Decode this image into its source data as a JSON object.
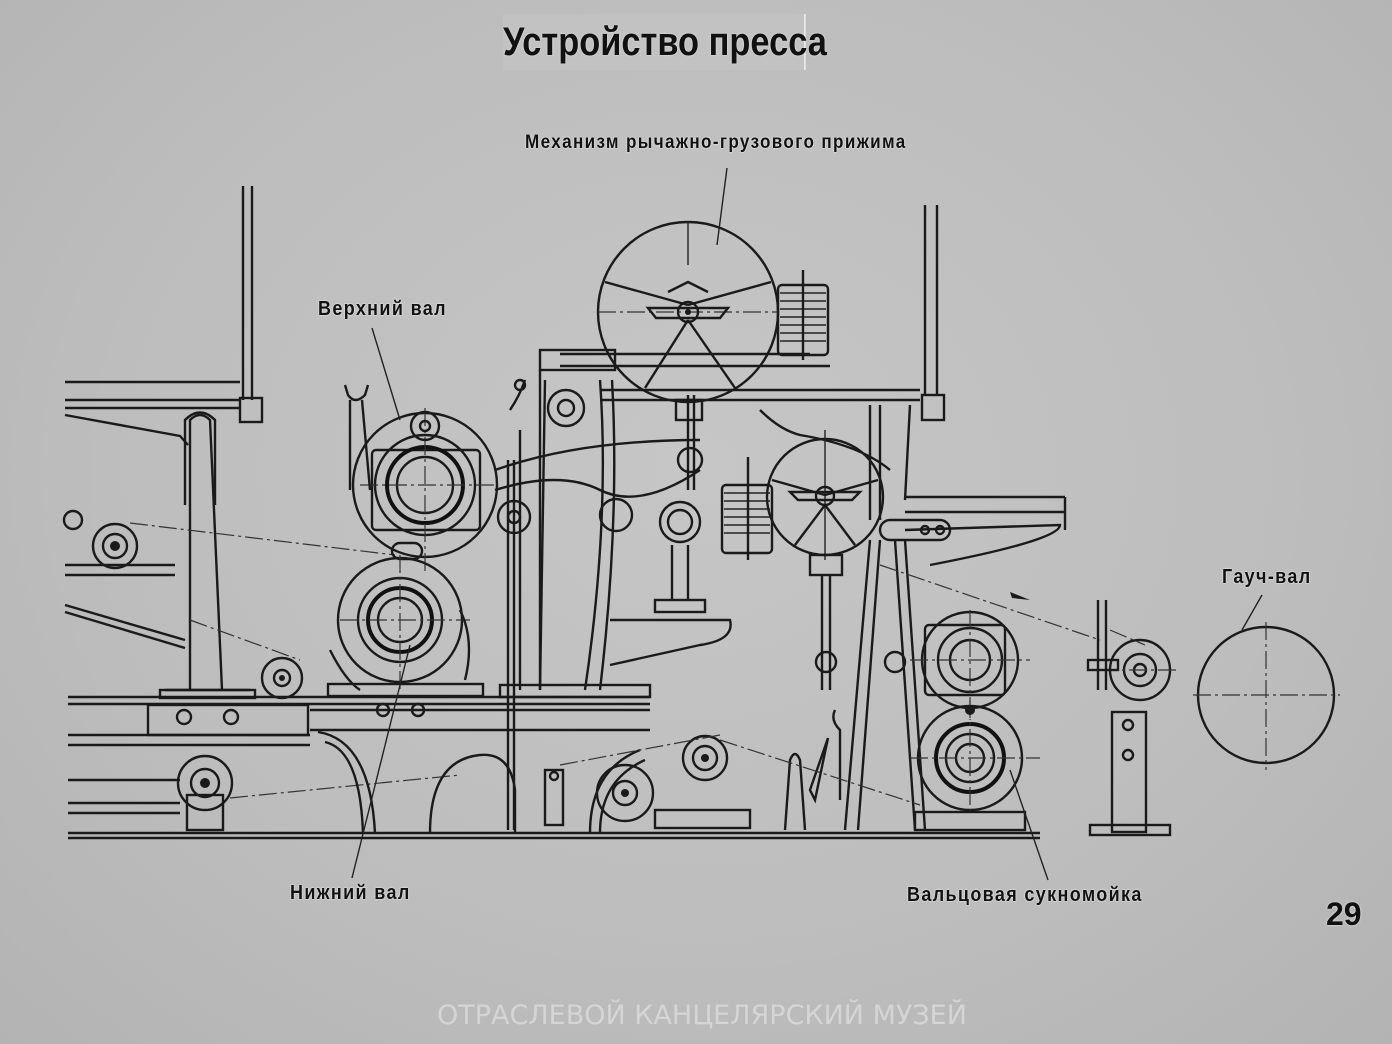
{
  "title": "Устройство пресса",
  "labels": {
    "lever_mechanism": "Механизм рычажно-грузового прижима",
    "upper_roll": "Верхний вал",
    "lower_roll": "Нижний вал",
    "couch_roll": "Гауч-вал",
    "felt_washer": "Вальцовая сукномойка"
  },
  "page_number": "29",
  "watermark": "ОТРАСЛЕВОЙ КАНЦЕЛЯРСКИЙ МУЗЕЙ",
  "colors": {
    "background": "#bcbcbc",
    "ink": "#1a1a1a",
    "watermark": "#d8d8d8"
  }
}
